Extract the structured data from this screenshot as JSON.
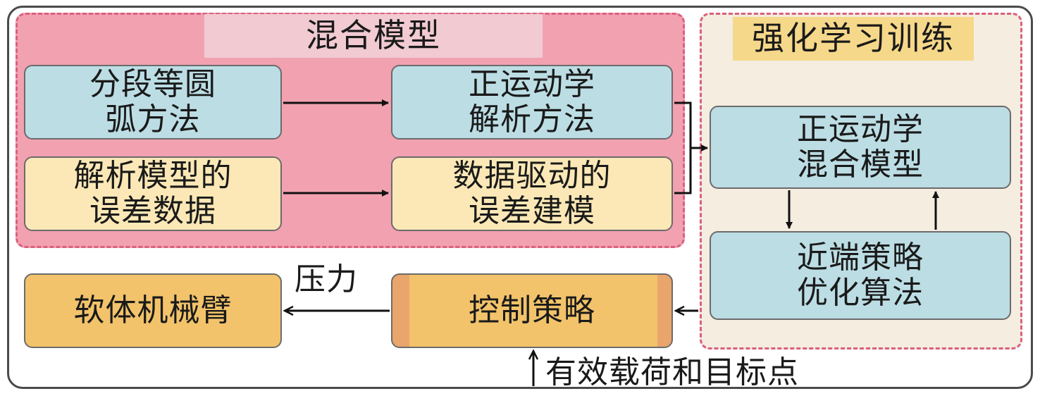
{
  "diagram": {
    "groups": {
      "hybrid_model": {
        "title": "混合模型"
      },
      "rl_training": {
        "title": "强化学习训练"
      }
    },
    "boxes": {
      "arc_method": "分段等圆\n弧方法",
      "fk_analytic": "正运动学\n解析方法",
      "error_data": "解析模型的\n误差数据",
      "data_driven": "数据驱动的\n误差建模",
      "fk_hybrid": "正运动学\n混合模型",
      "ppo": "近端策略\n优化算法",
      "soft_arm": "软体机械臂",
      "control_policy": "控制策略"
    },
    "labels": {
      "pressure": "压力",
      "payload_target": "有效载荷和目标点"
    },
    "colors": {
      "hybrid_bg": "#f2a1b1",
      "rl_bg": "#f4ede0",
      "blue_box": "#bcdde4",
      "yellow_box": "#fbe8b6",
      "orange_box": "#f2c36a",
      "dash": "#d9607e"
    }
  }
}
